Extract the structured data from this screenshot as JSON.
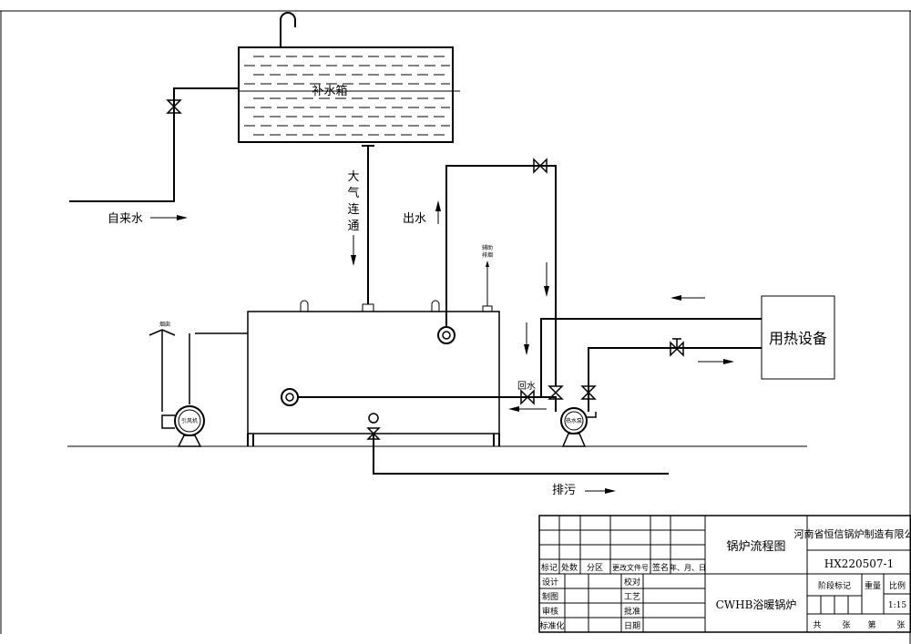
{
  "diagram": {
    "labels": {
      "makeup_tank": "补水箱",
      "tap_water": "自来水",
      "atmosphere_connection": [
        "大",
        "气",
        "连",
        "通"
      ],
      "water_outlet": "出水",
      "aux_exhaust": [
        "辅助",
        "排烟"
      ],
      "chimney": "烟囱",
      "return_water": "回水",
      "heat_equipment": "用热设备",
      "blowdown": "排污",
      "blower_pump": "引风机",
      "circulation_pump": "热水泵"
    }
  },
  "title_block": {
    "drawing_title": "锅炉流程图",
    "company": "河南省恒信锅炉制造有限公司",
    "drawing_number": "HX220507-1",
    "product_name": "CWHB浴暖锅炉",
    "revision_headers": [
      "标记",
      "处数",
      "分区",
      "更改文件号",
      "签名",
      "年、月、日"
    ],
    "roles_left": [
      "设计",
      "制图",
      "审核",
      "标准化"
    ],
    "roles_right": [
      "校对",
      "工艺",
      "批准",
      "日期"
    ],
    "stage_label": "阶段标记",
    "weight_label": "重量",
    "scale_label": "比例",
    "scale_value": "1:15",
    "sheet_total": "共",
    "sheet_unit_1": "张",
    "sheet_no": "第",
    "sheet_unit_2": "张"
  }
}
